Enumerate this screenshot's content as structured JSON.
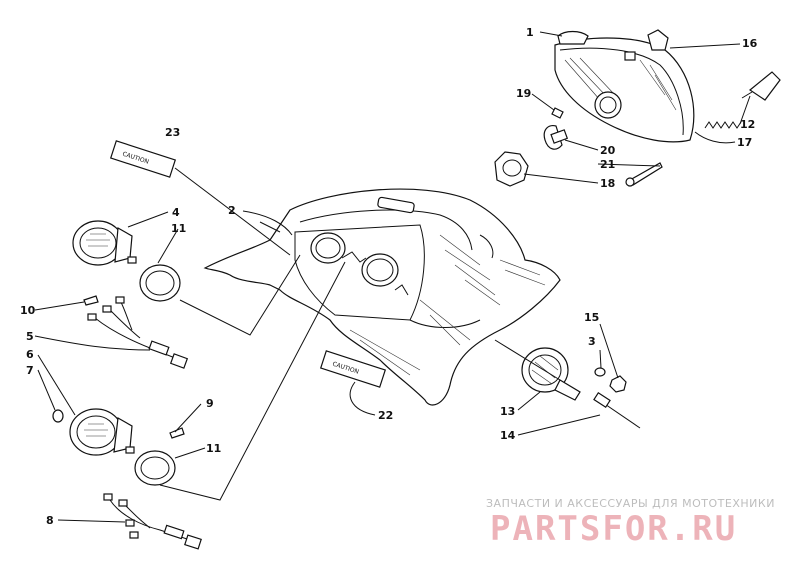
{
  "callouts": {
    "c1": "1",
    "c2": "2",
    "c3": "3",
    "c4": "4",
    "c5": "5",
    "c6": "6",
    "c7": "7",
    "c8": "8",
    "c9": "9",
    "c10": "10",
    "c11a": "11",
    "c11b": "11",
    "c12": "12",
    "c13": "13",
    "c14": "14",
    "c15": "15",
    "c16": "16",
    "c17": "17",
    "c18": "18",
    "c19": "19",
    "c20": "20",
    "c21": "21",
    "c22": "22",
    "c23": "23"
  },
  "decal_text": {
    "top": "CAUTION",
    "bottom": "CAUTION"
  },
  "watermark": {
    "subtitle": "ЗАПЧАСТИ И АКСЕССУАРЫ ДЛЯ МОТОТЕХНИКИ",
    "logo_text": "PARTSFOR.RU",
    "logo_color": "#e8a0a8"
  }
}
